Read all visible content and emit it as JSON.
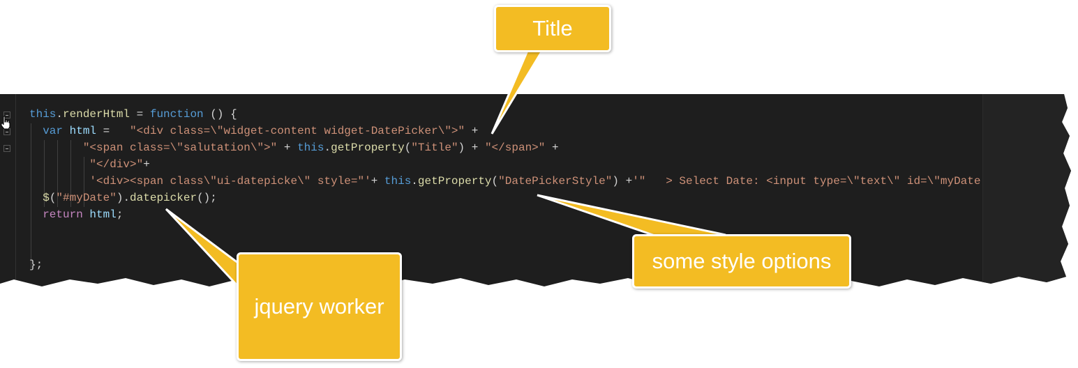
{
  "editor": {
    "lines": [
      [
        [
          "this",
          "kw"
        ],
        [
          ".",
          "pl"
        ],
        [
          "renderHtml",
          "fn"
        ],
        [
          " = ",
          "pl"
        ],
        [
          "function",
          "kw"
        ],
        [
          " () {",
          "pl"
        ]
      ],
      [
        [
          "  ",
          "pl"
        ],
        [
          "var",
          "kw"
        ],
        [
          " ",
          "pl"
        ],
        [
          "html",
          "var"
        ],
        [
          " =   ",
          "pl"
        ],
        [
          "\"<div class=\\\"widget-content widget-DatePicker\\\">\"",
          "str"
        ],
        [
          " +",
          "pl"
        ]
      ],
      [
        [
          "        ",
          "pl"
        ],
        [
          "\"<span class=\\\"salutation\\\">\"",
          "str"
        ],
        [
          " + ",
          "pl"
        ],
        [
          "this",
          "kw"
        ],
        [
          ".",
          "pl"
        ],
        [
          "getProperty",
          "fn"
        ],
        [
          "(",
          "pl"
        ],
        [
          "\"Title\"",
          "str"
        ],
        [
          ") + ",
          "pl"
        ],
        [
          "\"</span>\"",
          "str"
        ],
        [
          " +",
          "pl"
        ]
      ],
      [
        [
          "         ",
          "pl"
        ],
        [
          "\"</div>\"",
          "str"
        ],
        [
          "+",
          "pl"
        ]
      ],
      [
        [
          "         ",
          "pl"
        ],
        [
          "'<div><span class\\\"ui-datepicke\\\" style=\"'",
          "str"
        ],
        [
          "+ ",
          "pl"
        ],
        [
          "this",
          "kw"
        ],
        [
          ".",
          "pl"
        ],
        [
          "getProperty",
          "fn"
        ],
        [
          "(",
          "pl"
        ],
        [
          "\"DatePickerStyle\"",
          "str"
        ],
        [
          ") +",
          "pl"
        ],
        [
          "'\"   > Select Date: <input type=\\\"text\\\" id=\\\"myDate",
          "str"
        ]
      ],
      [
        [
          "  ",
          "pl"
        ],
        [
          "$",
          "fn"
        ],
        [
          "(",
          "pl"
        ],
        [
          "\"#myDate\"",
          "str"
        ],
        [
          ").",
          "pl"
        ],
        [
          "datepicker",
          "fn"
        ],
        [
          "();",
          "pl"
        ]
      ],
      [
        [
          "  ",
          "pl"
        ],
        [
          "return",
          "ret"
        ],
        [
          " ",
          "pl"
        ],
        [
          "html",
          "var"
        ],
        [
          ";",
          "pl"
        ]
      ],
      [],
      [],
      [
        [
          "};",
          "pl"
        ]
      ]
    ]
  },
  "callouts": {
    "title": "Title",
    "jquery": "jquery worker",
    "style": "some style options"
  },
  "colors": {
    "callout": "#f3bc23",
    "editor_bg": "#1e1e1e"
  }
}
